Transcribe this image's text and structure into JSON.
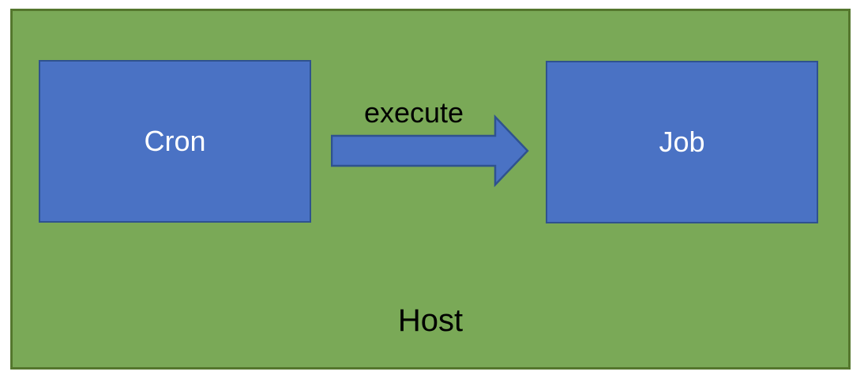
{
  "diagram": {
    "type": "flow",
    "container": {
      "label": "Host"
    },
    "nodes": [
      {
        "id": "cron",
        "label": "Cron"
      },
      {
        "id": "job",
        "label": "Job"
      }
    ],
    "edge": {
      "from": "cron",
      "to": "job",
      "label": "execute",
      "shape": "block-arrow-right"
    },
    "colors": {
      "page_background": "#ffffff",
      "container_fill": "#7aa957",
      "container_border": "#55772e",
      "node_fill": "#4a72c4",
      "node_border": "#2f528f",
      "node_label": "#ffffff",
      "text": "#000000"
    }
  }
}
